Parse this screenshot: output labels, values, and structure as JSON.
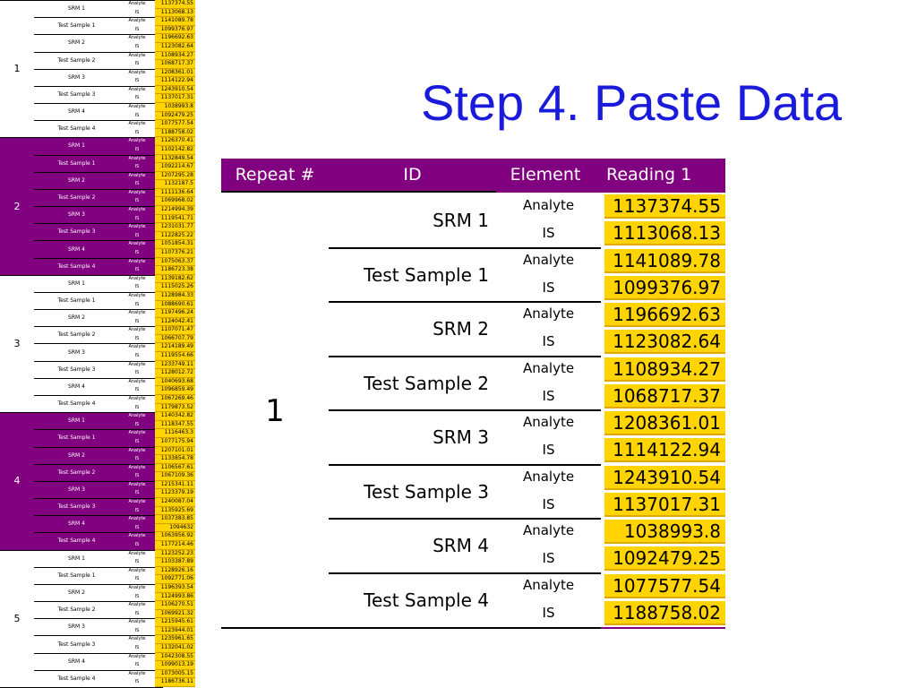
{
  "title": "Step 4. Paste Data",
  "table": {
    "headers": [
      "Repeat #",
      "ID",
      "Element",
      "Reading 1"
    ],
    "repeat": "1",
    "rows": [
      {
        "id": "SRM 1",
        "analyte_label": "Analyte",
        "is_label": "IS",
        "analyte": "1137374.55",
        "is": "1113068.13"
      },
      {
        "id": "Test Sample 1",
        "analyte_label": "Analyte",
        "is_label": "IS",
        "analyte": "1141089.78",
        "is": "1099376.97"
      },
      {
        "id": "SRM 2",
        "analyte_label": "Analyte",
        "is_label": "IS",
        "analyte": "1196692.63",
        "is": "1123082.64"
      },
      {
        "id": "Test Sample 2",
        "analyte_label": "Analyte",
        "is_label": "IS",
        "analyte": "1108934.27",
        "is": "1068717.37"
      },
      {
        "id": "SRM 3",
        "analyte_label": "Analyte",
        "is_label": "IS",
        "analyte": "1208361.01",
        "is": "1114122.94"
      },
      {
        "id": "Test Sample 3",
        "analyte_label": "Analyte",
        "is_label": "IS",
        "analyte": "1243910.54",
        "is": "1137017.31"
      },
      {
        "id": "SRM 4",
        "analyte_label": "Analyte",
        "is_label": "IS",
        "analyte": "1038993.8",
        "is": "1092479.25"
      },
      {
        "id": "Test Sample 4",
        "analyte_label": "Analyte",
        "is_label": "IS",
        "analyte": "1077577.54",
        "is": "1188758.02"
      }
    ]
  },
  "sheet": {
    "groups": [
      {
        "repeat": "1",
        "purple": false,
        "pairs": [
          {
            "id": "SRM 1",
            "a": "1137374.55",
            "i": "1113068.13"
          },
          {
            "id": "Test Sample 1",
            "a": "1141089.78",
            "i": "1099376.97"
          },
          {
            "id": "SRM 2",
            "a": "1196692.63",
            "i": "1123082.64"
          },
          {
            "id": "Test Sample 2",
            "a": "1108934.27",
            "i": "1068717.37"
          },
          {
            "id": "SRM 3",
            "a": "1208361.01",
            "i": "1114122.94"
          },
          {
            "id": "Test Sample 3",
            "a": "1243910.54",
            "i": "1137017.31"
          },
          {
            "id": "SRM 4",
            "a": "1038993.8",
            "i": "1092479.25"
          },
          {
            "id": "Test Sample 4",
            "a": "1077577.54",
            "i": "1188758.02"
          }
        ]
      },
      {
        "repeat": "2",
        "purple": true,
        "pairs": [
          {
            "id": "SRM 1",
            "a": "1126370.41",
            "i": "1102142.82"
          },
          {
            "id": "Test Sample 1",
            "a": "1132849.54",
            "i": "1092214.67"
          },
          {
            "id": "SRM 2",
            "a": "1207295.28",
            "i": "1132187.5"
          },
          {
            "id": "Test Sample 2",
            "a": "1111136.64",
            "i": "1069968.02"
          },
          {
            "id": "SRM 3",
            "a": "1214994.39",
            "i": "1119541.71"
          },
          {
            "id": "Test Sample 3",
            "a": "1231031.77",
            "i": "1122825.22"
          },
          {
            "id": "SRM 4",
            "a": "1051854.31",
            "i": "1107376.21"
          },
          {
            "id": "Test Sample 4",
            "a": "1075063.37",
            "i": "1186723.38"
          }
        ]
      },
      {
        "repeat": "3",
        "purple": false,
        "pairs": [
          {
            "id": "SRM 1",
            "a": "1139182.62",
            "i": "1115025.26"
          },
          {
            "id": "Test Sample 1",
            "a": "1128984.33",
            "i": "1088690.61"
          },
          {
            "id": "SRM 2",
            "a": "1197496.24",
            "i": "1124042.41"
          },
          {
            "id": "Test Sample 2",
            "a": "1107071.47",
            "i": "1066707.79"
          },
          {
            "id": "SRM 3",
            "a": "1214189.49",
            "i": "1119554.66"
          },
          {
            "id": "Test Sample 3",
            "a": "1233749.11",
            "i": "1128012.72"
          },
          {
            "id": "SRM 4",
            "a": "1040693.68",
            "i": "1096859.49"
          },
          {
            "id": "Test Sample 4",
            "a": "1067269.46",
            "i": "1179873.52"
          }
        ]
      },
      {
        "repeat": "4",
        "purple": true,
        "pairs": [
          {
            "id": "SRM 1",
            "a": "1140342.82",
            "i": "1118347.55"
          },
          {
            "id": "Test Sample 1",
            "a": "1116463.3",
            "i": "1077175.94"
          },
          {
            "id": "SRM 2",
            "a": "1207101.01",
            "i": "1133854.78"
          },
          {
            "id": "Test Sample 2",
            "a": "1106567.61",
            "i": "1067109.36"
          },
          {
            "id": "SRM 3",
            "a": "1215341.11",
            "i": "1123379.19"
          },
          {
            "id": "Test Sample 3",
            "a": "1240087.04",
            "i": "1135925.69"
          },
          {
            "id": "SRM 4",
            "a": "1037383.85",
            "i": "1094632"
          },
          {
            "id": "Test Sample 4",
            "a": "1063956.92",
            "i": "1177214.46"
          }
        ]
      },
      {
        "repeat": "5",
        "purple": false,
        "pairs": [
          {
            "id": "SRM 1",
            "a": "1123252.23",
            "i": "1103387.89"
          },
          {
            "id": "Test Sample 1",
            "a": "1128926.16",
            "i": "1092771.06"
          },
          {
            "id": "SRM 2",
            "a": "1196393.54",
            "i": "1124993.86"
          },
          {
            "id": "Test Sample 2",
            "a": "1106270.51",
            "i": "1069921.32"
          },
          {
            "id": "SRM 3",
            "a": "1215945.61",
            "i": "1123944.01"
          },
          {
            "id": "Test Sample 3",
            "a": "1235961.65",
            "i": "1132041.02"
          },
          {
            "id": "SRM 4",
            "a": "1042308.55",
            "i": "1099013.19"
          },
          {
            "id": "Test Sample 4",
            "a": "1073005.15",
            "i": "1186736.11"
          }
        ]
      }
    ],
    "analyte_label": "Analyte",
    "is_label": "IS"
  },
  "colors": {
    "header": "#800080",
    "value_fill": "#ffd400",
    "title": "#1a1adb"
  }
}
